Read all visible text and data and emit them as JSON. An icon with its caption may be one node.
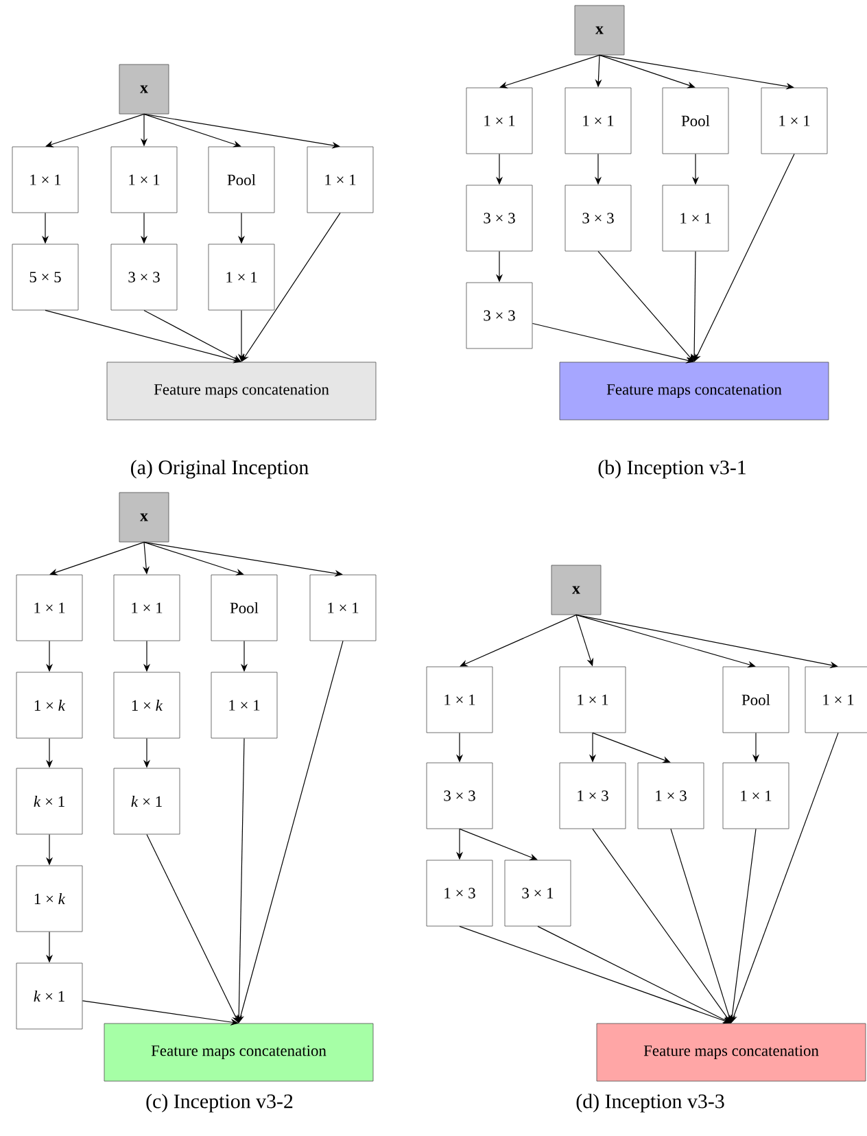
{
  "diagram": {
    "nodes": [
      {
        "text": [
          "x"
        ]
      },
      {
        "text": [
          "1 × 1"
        ]
      },
      {
        "text": [
          "1 × 1"
        ]
      },
      {
        "text": [
          "Pool"
        ]
      },
      {
        "text": [
          "1 × 1"
        ]
      },
      {
        "text": [
          "5 × 5"
        ]
      },
      {
        "text": [
          "3 × 3"
        ]
      },
      {
        "text": [
          "1 × 1"
        ]
      },
      {
        "text": [
          "Feature maps concatenation"
        ]
      },
      {
        "text": [
          "x"
        ]
      },
      {
        "text": [
          "1 × 1"
        ]
      },
      {
        "text": [
          "1 × 1"
        ]
      },
      {
        "text": [
          "Pool"
        ]
      },
      {
        "text": [
          "1 × 1"
        ]
      },
      {
        "text": [
          "3 × 3"
        ]
      },
      {
        "text": [
          "3 × 3"
        ]
      },
      {
        "text": [
          "1 × 1"
        ]
      },
      {
        "text": [
          "3 × 3"
        ]
      },
      {
        "text": [
          "Feature maps concatenation"
        ]
      },
      {
        "text": [
          "x"
        ]
      },
      {
        "text": [
          "1 × 1"
        ]
      },
      {
        "text": [
          "1 × 1"
        ]
      },
      {
        "text": [
          "Pool"
        ]
      },
      {
        "text": [
          "1 × 1"
        ]
      },
      {
        "text": [
          "1 × *k*"
        ]
      },
      {
        "text": [
          "1 × *k*"
        ]
      },
      {
        "text": [
          "1 × 1"
        ]
      },
      {
        "text": [
          "*k* × 1"
        ]
      },
      {
        "text": [
          "*k* × 1"
        ]
      },
      {
        "text": [
          "1 × *k*"
        ]
      },
      {
        "text": [
          "*k* × 1"
        ]
      },
      {
        "text": [
          "Feature maps concatenation"
        ]
      },
      {
        "text": [
          "x"
        ]
      },
      {
        "text": [
          "1 × 1"
        ]
      },
      {
        "text": [
          "1 × 1"
        ]
      },
      {
        "text": [
          "Pool"
        ]
      },
      {
        "text": [
          "1 × 1"
        ]
      },
      {
        "text": [
          "3 × 3"
        ]
      },
      {
        "text": [
          "1 × 3"
        ]
      },
      {
        "text": [
          "1 × 3"
        ]
      },
      {
        "text": [
          "1 × 1"
        ]
      },
      {
        "text": [
          "1 × 3"
        ]
      },
      {
        "text": [
          "3 × 1"
        ]
      },
      {
        "text": [
          "Feature maps concatenation"
        ]
      }
    ],
    "edges": [
      {
        "from": 0,
        "to": 1,
        "arrow": "to"
      },
      {
        "from": 0,
        "to": 2,
        "arrow": "to"
      },
      {
        "from": 0,
        "to": 3,
        "arrow": "to"
      },
      {
        "from": 0,
        "to": 4,
        "arrow": "to"
      },
      {
        "from": 1,
        "to": 5,
        "arrow": "to"
      },
      {
        "from": 2,
        "to": 6,
        "arrow": "to"
      },
      {
        "from": 3,
        "to": 7,
        "arrow": "to"
      },
      {
        "from": 5,
        "to": 8,
        "arrow": "to"
      },
      {
        "from": 6,
        "to": 8,
        "arrow": "to"
      },
      {
        "from": 7,
        "to": 8,
        "arrow": "to"
      },
      {
        "from": 4,
        "to": 8,
        "arrow": "to"
      },
      {
        "from": 9,
        "to": 10,
        "arrow": "to"
      },
      {
        "from": 9,
        "to": 11,
        "arrow": "to"
      },
      {
        "from": 9,
        "to": 12,
        "arrow": "to"
      },
      {
        "from": 9,
        "to": 13,
        "arrow": "to"
      },
      {
        "from": 10,
        "to": 14,
        "arrow": "to"
      },
      {
        "from": 14,
        "to": 17,
        "arrow": "to"
      },
      {
        "from": 11,
        "to": 15,
        "arrow": "to"
      },
      {
        "from": 12,
        "to": 16,
        "arrow": "to"
      },
      {
        "from": 17,
        "to": 18,
        "arrow": "to"
      },
      {
        "from": 15,
        "to": 18,
        "arrow": "to"
      },
      {
        "from": 16,
        "to": 18,
        "arrow": "to"
      },
      {
        "from": 13,
        "to": 18,
        "arrow": "to"
      },
      {
        "from": 19,
        "to": 20,
        "arrow": "to"
      },
      {
        "from": 19,
        "to": 21,
        "arrow": "to"
      },
      {
        "from": 19,
        "to": 22,
        "arrow": "to"
      },
      {
        "from": 19,
        "to": 23,
        "arrow": "to"
      },
      {
        "from": 20,
        "to": 24,
        "arrow": "to"
      },
      {
        "from": 24,
        "to": 27,
        "arrow": "to"
      },
      {
        "from": 27,
        "to": 29,
        "arrow": "to"
      },
      {
        "from": 29,
        "to": 30,
        "arrow": "to"
      },
      {
        "from": 21,
        "to": 25,
        "arrow": "to"
      },
      {
        "from": 25,
        "to": 28,
        "arrow": "to"
      },
      {
        "from": 22,
        "to": 26,
        "arrow": "to"
      },
      {
        "from": 30,
        "to": 31,
        "arrow": "to"
      },
      {
        "from": 28,
        "to": 31,
        "arrow": "to"
      },
      {
        "from": 26,
        "to": 31,
        "arrow": "to"
      },
      {
        "from": 23,
        "to": 31,
        "arrow": "to"
      },
      {
        "from": 32,
        "to": 33,
        "arrow": "to"
      },
      {
        "from": 32,
        "to": 34,
        "arrow": "to"
      },
      {
        "from": 32,
        "to": 35,
        "arrow": "to"
      },
      {
        "from": 32,
        "to": 36,
        "arrow": "to"
      },
      {
        "from": 33,
        "to": 37,
        "arrow": "to"
      },
      {
        "from": 37,
        "to": 41,
        "arrow": "to"
      },
      {
        "from": 37,
        "to": 42,
        "arrow": "to"
      },
      {
        "from": 34,
        "to": 38,
        "arrow": "to"
      },
      {
        "from": 34,
        "to": 39,
        "arrow": "to"
      },
      {
        "from": 35,
        "to": 40,
        "arrow": "to"
      },
      {
        "from": 41,
        "to": 43,
        "arrow": "to"
      },
      {
        "from": 42,
        "to": 43,
        "arrow": "to"
      },
      {
        "from": 38,
        "to": 43,
        "arrow": "to"
      },
      {
        "from": 39,
        "to": 43,
        "arrow": "to"
      },
      {
        "from": 40,
        "to": 43,
        "arrow": "to"
      },
      {
        "from": 36,
        "to": 43,
        "arrow": "to"
      }
    ],
    "labels": [
      "(a) Original Inception",
      "(b) Inception v3-1",
      "(c) Inception v3-2",
      "(d) Inception v3-3"
    ]
  }
}
